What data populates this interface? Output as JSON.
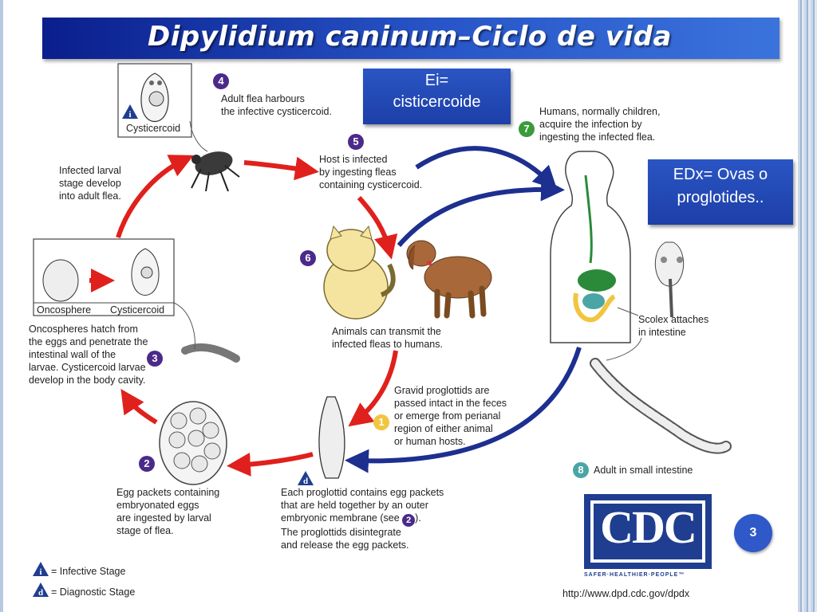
{
  "title": "Dipylidium caninum–Ciclo de vida",
  "ei_box": {
    "line1": "Ei=",
    "line2": "cisticercoide"
  },
  "edx_box": {
    "line1": "EDx= Ovas o",
    "line2": "proglotides.."
  },
  "stage_numbers": {
    "s1": "1",
    "s2": "2",
    "s3": "3",
    "s4": "4",
    "s5": "5",
    "s6": "6",
    "s7": "7",
    "s8": "8"
  },
  "labels": {
    "cysticercoid_top": "Cysticercoid",
    "step4": [
      "Adult flea harbours",
      "the infective cysticercoid."
    ],
    "step5": [
      "Host is infected",
      "by ingesting fleas",
      "containing cysticercoid."
    ],
    "step7": [
      "Humans, normally children,",
      "acquire the infection by",
      "ingesting the infected flea."
    ],
    "infected_larval": [
      "Infected larval",
      "stage develop",
      "into adult flea."
    ],
    "oncosphere": "Oncosphere",
    "cysticercoid_left": "Cysticercoid",
    "step3": [
      "Oncospheres hatch from",
      "the eggs and penetrate the",
      "intestinal wall of the",
      "larvae. Cysticercoid larvae",
      "develop in the body cavity."
    ],
    "step6": [
      "Animals can transmit the",
      "infected fleas to humans."
    ],
    "scolex": [
      "Scolex attaches",
      "in intestine"
    ],
    "step1": [
      "Gravid proglottids are",
      "passed intact in the feces",
      "or emerge from perianal",
      "region of either animal",
      "or human hosts."
    ],
    "step8": "Adult in small intestine",
    "step2": [
      "Egg packets containing",
      "embryonated eggs",
      "are ingested by larval",
      "stage of flea."
    ],
    "proglottid": [
      "Each proglottid contains egg packets",
      "that are held together by an outer",
      "embryonic membrane (see",
      ").",
      "The proglottids disintegrate",
      "and release the egg packets."
    ]
  },
  "legend": {
    "infective": "= Infective Stage",
    "diagnostic": "= Diagnostic Stage",
    "i_glyph": "i",
    "d_glyph": "d"
  },
  "cdc": {
    "text": "CDC",
    "tagline": "SAFER·HEALTHIER·PEOPLE™",
    "url": "http://www.dpd.cdc.gov/dpdx"
  },
  "page_number": "3",
  "colors": {
    "red_arrow": "#e0201c",
    "blue_arrow": "#1d2f8f",
    "title_bar": "#1f48b8"
  }
}
